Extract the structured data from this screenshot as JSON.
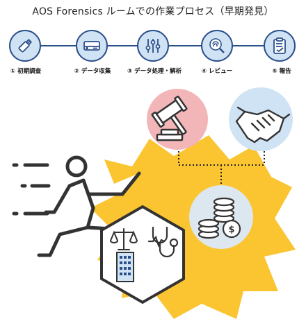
{
  "page": {
    "title": "AOS Forensics ルームでの作業プロセス（早期発見）"
  },
  "steps": [
    {
      "label": "① 初期調査",
      "icon": "usb-drive-icon"
    },
    {
      "label": "② データ収集",
      "icon": "hard-drive-icon"
    },
    {
      "label": "③ データ処理・解析",
      "icon": "sliders-icon"
    },
    {
      "label": "④ レビュー",
      "icon": "fingerprint-magnifier-icon"
    },
    {
      "label": "⑤ 報告",
      "icon": "clipboard-check-icon"
    }
  ],
  "scene": {
    "icons": [
      "gavel-icon",
      "handshake-icon",
      "coins-dollar-icon",
      "scales-icon",
      "building-icon",
      "stethoscope-icon",
      "running-person-icon"
    ],
    "colors": {
      "gavel_bg": "#f2b6b8",
      "handshake_bg": "#cfe3f4",
      "coins_bg": "#dde7ef",
      "burst": "#fbc531",
      "step_bg": "#cfe3f4",
      "step_border": "#2b4f8a"
    }
  }
}
